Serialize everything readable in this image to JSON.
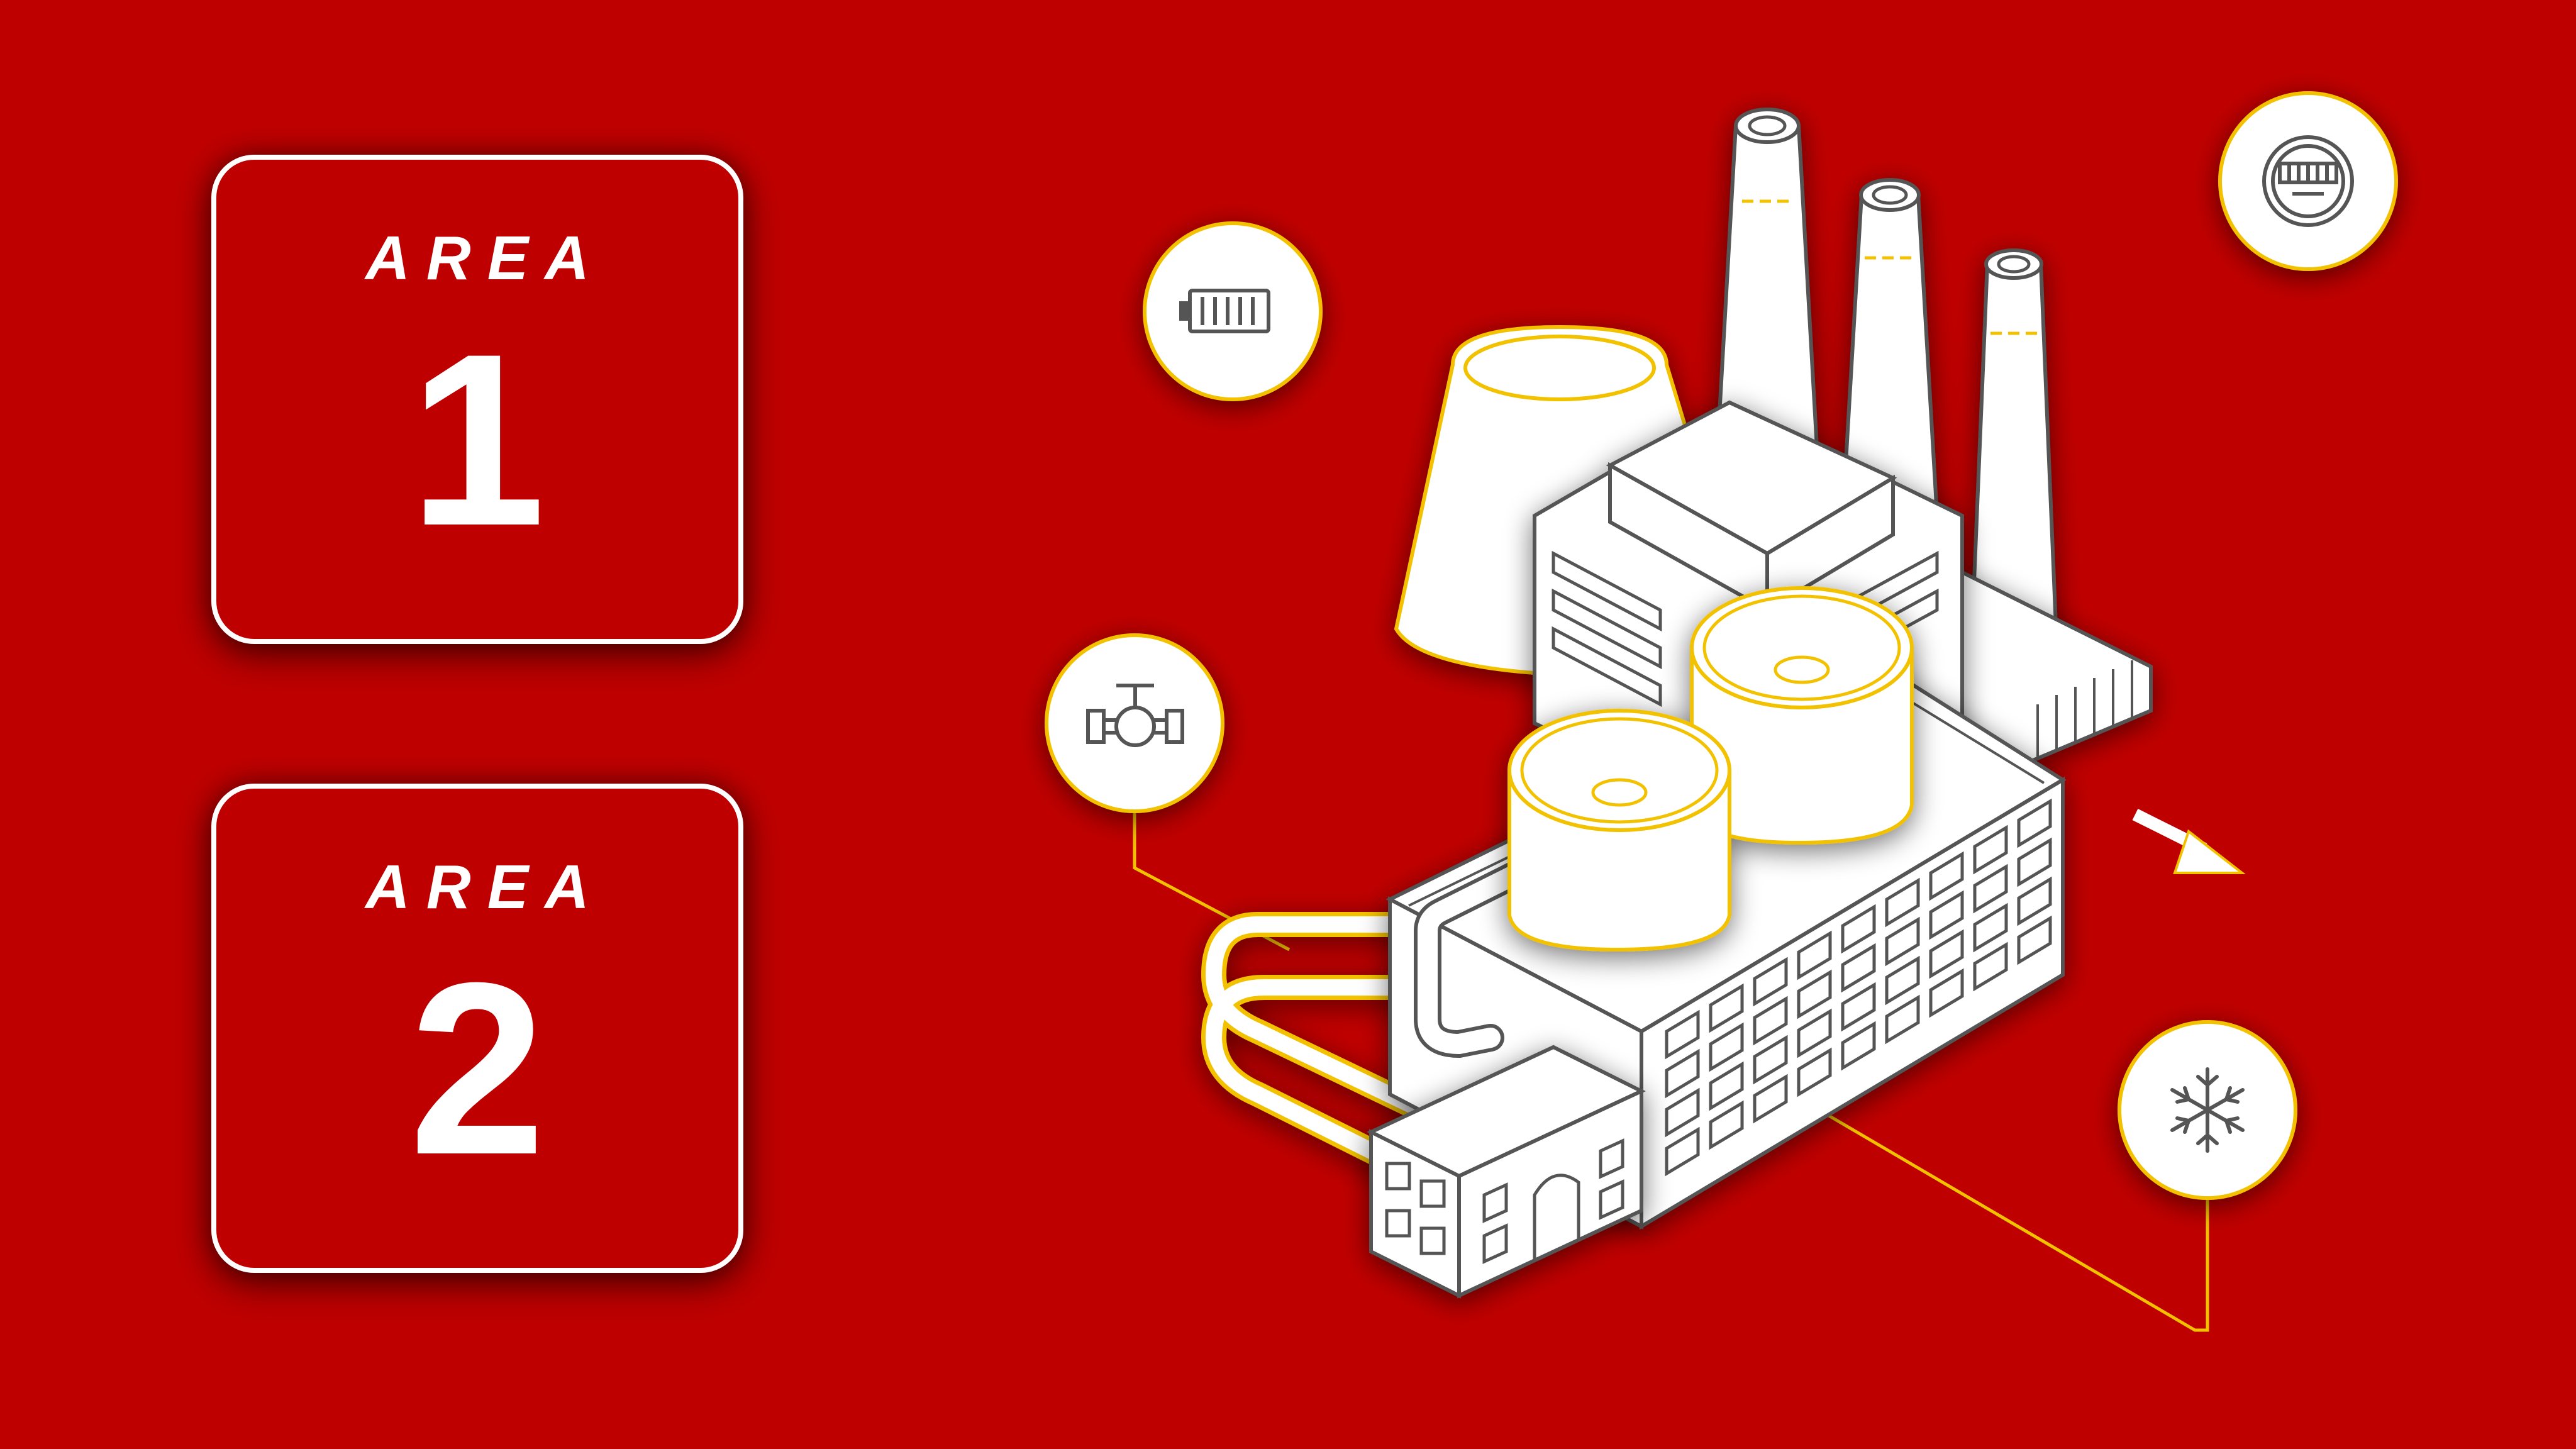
{
  "areas": [
    {
      "label": "AREA",
      "number": "1"
    },
    {
      "label": "AREA",
      "number": "2"
    }
  ],
  "colors": {
    "background": "#BF0000",
    "card_border": "#FFFFFF",
    "text": "#FFFFFF",
    "accent": "#F2C200",
    "line_art": "#555555"
  },
  "illustration": {
    "subject": "factory",
    "icons": [
      "battery-icon",
      "meter-icon",
      "valve-icon",
      "snowflake-icon",
      "arrow-icon"
    ]
  }
}
